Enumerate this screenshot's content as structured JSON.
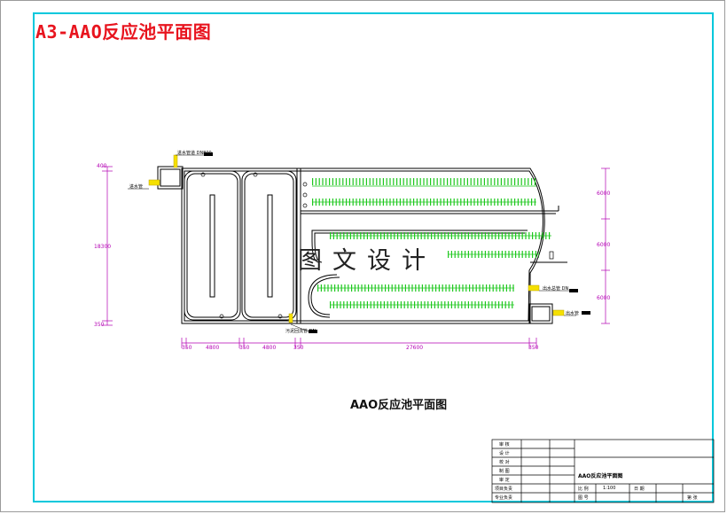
{
  "sheet": {
    "title": "A3-AAO反应池平面图",
    "watermark": "图文设计",
    "plan_title": "AAO反应池平面图"
  },
  "dimensions": {
    "horizontal": [
      "350",
      "4800",
      "350",
      "4800",
      "350",
      "27600",
      "350"
    ],
    "vertical": [
      "400",
      "18300",
      "350"
    ],
    "vertical_right": [
      "6000",
      "6000",
      "6000"
    ]
  },
  "notes": {
    "inlet_top": "进水管道 DN800",
    "inlet_left": "进水管",
    "sludge_return": "污泥回流管 DN",
    "outlet_right_upper": "出水总管 DN",
    "outlet_right_lower": "出水管"
  },
  "title_block": {
    "drawing_name": "AAO反应池平面图",
    "scale": "1:100",
    "row_labels": [
      "审 核",
      "设 计",
      "校 对",
      "制 图",
      "审 定",
      "项目负责",
      "专业负责"
    ],
    "bottom_labels": [
      "比 例",
      "图 号",
      "日 期",
      "第  张"
    ]
  },
  "colors": {
    "frame_inner": "#00c8dc",
    "title_red": "#e8141e",
    "dimension": "#b400b4",
    "diffuser": "#1ec81e",
    "outline": "#000000"
  }
}
